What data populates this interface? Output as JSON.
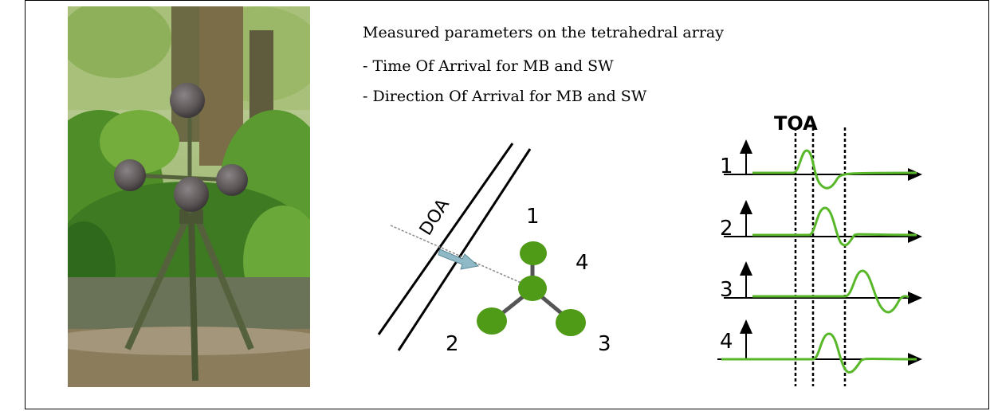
{
  "text": {
    "line1": "Measured parameters on the tetrahedral array",
    "line2": "- Time Of Arrival for MB and SW",
    "line3": "- Direction Of Arrival for MB and SW"
  },
  "array_diagram": {
    "doa_label": "DOA",
    "mic_labels": [
      "1",
      "2",
      "3",
      "4"
    ]
  },
  "toa_diagram": {
    "title": "TOA",
    "channel_labels": [
      "1",
      "2",
      "3",
      "4"
    ]
  },
  "colors": {
    "mic_green": "#4f9a16",
    "signal_green": "#58b82a",
    "arrow_fill": "#8fb9c6"
  }
}
